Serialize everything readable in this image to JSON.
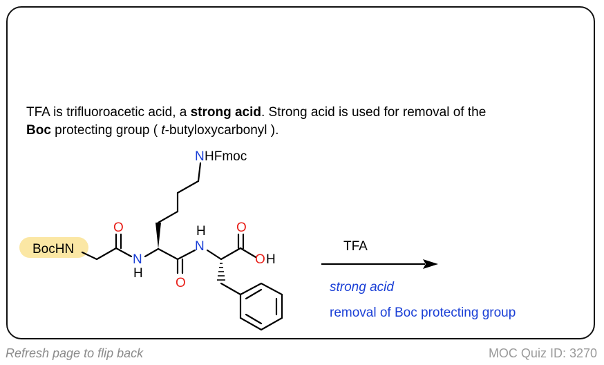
{
  "explanation": {
    "line1_a": "TFA is trifluoroacetic acid, a ",
    "line1_strong": "strong acid",
    "line1_b": ". Strong acid is used for removal of the",
    "line2_boc": "Boc",
    "line2_a": " protecting group ( ",
    "line2_t": "t",
    "line2_b": "-butyloxycarbonyl )."
  },
  "molecule": {
    "bochn": "BocHN",
    "side_n": "N",
    "side_hfmoc": "HFmoc",
    "o_gly": "O",
    "nh1_n": "N",
    "nh1_h": "H",
    "o_lys": "O",
    "nh2_h": "H",
    "nh2_n": "N",
    "o_acid": "O",
    "oh_o": "O",
    "oh_h": "H"
  },
  "reaction": {
    "reagent": "TFA",
    "note1": "strong acid",
    "note2": "removal of Boc protecting group"
  },
  "footer": {
    "left": "Refresh page to flip back",
    "right": "MOC Quiz ID: 3270"
  },
  "colors": {
    "nitrogen": "#1a3fd6",
    "oxygen": "#e8201a",
    "highlight": "#fbe7a4",
    "note": "#1a3fd6"
  }
}
